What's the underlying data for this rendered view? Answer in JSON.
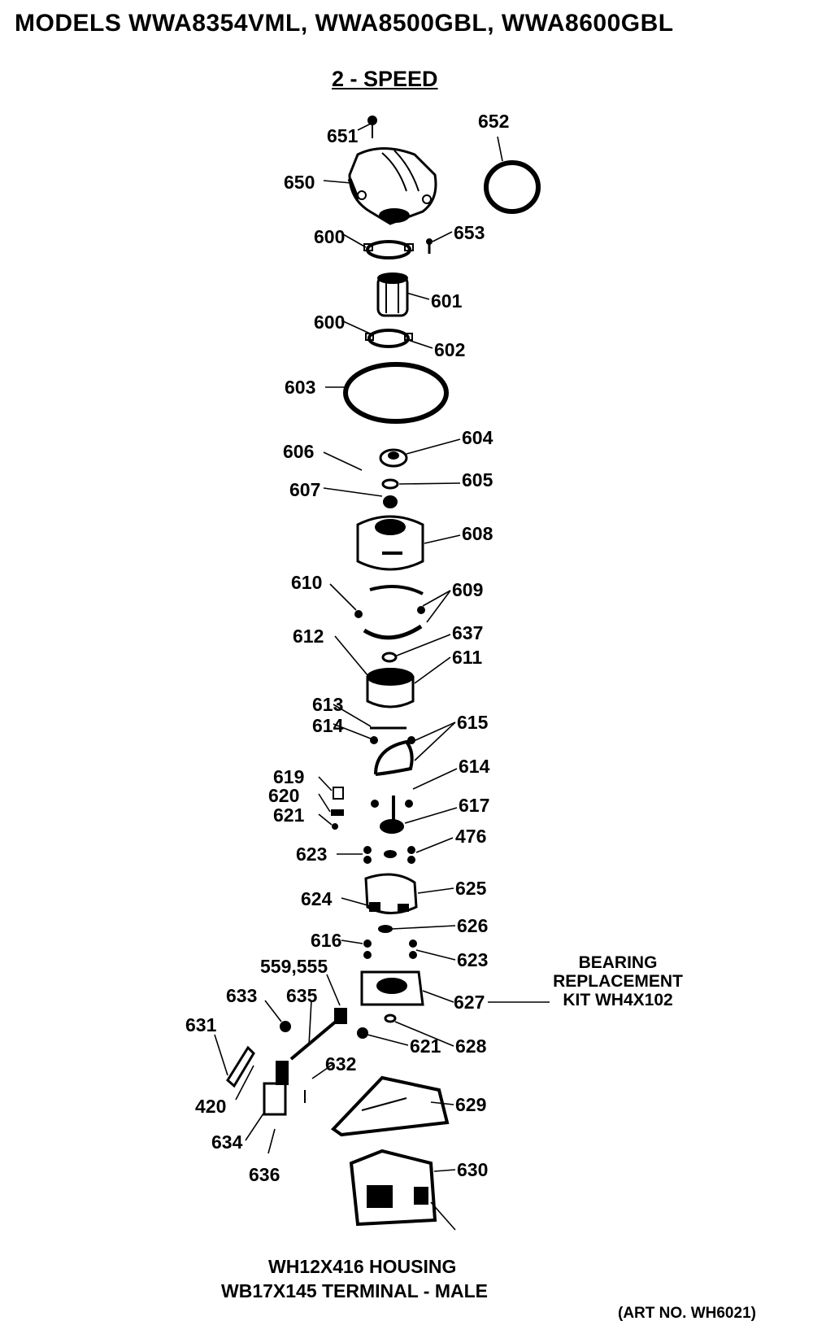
{
  "header": {
    "title": "MODELS WWA8354VML, WWA8500GBL, WWA8600GBL",
    "subtitle": "2 - SPEED"
  },
  "parts": {
    "p651": "651",
    "p652": "652",
    "p650": "650",
    "p600a": "600",
    "p653": "653",
    "p601": "601",
    "p600b": "600",
    "p602": "602",
    "p603": "603",
    "p606": "606",
    "p604": "604",
    "p605": "605",
    "p607": "607",
    "p608": "608",
    "p610": "610",
    "p609": "609",
    "p612": "612",
    "p637": "637",
    "p611": "611",
    "p613": "613",
    "p614a": "614",
    "p615": "615",
    "p619": "619",
    "p614b": "614",
    "p620": "620",
    "p621a": "621",
    "p617": "617",
    "p476": "476",
    "p623a": "623",
    "p624": "624",
    "p625": "625",
    "p626": "626",
    "p616": "616",
    "p623b": "623",
    "p559": "559,555",
    "p633": "633",
    "p635": "635",
    "p631": "631",
    "p627": "627",
    "p621b": "621",
    "p628": "628",
    "p632": "632",
    "p420": "420",
    "p629": "629",
    "p634": "634",
    "p636": "636",
    "p630": "630"
  },
  "notes": {
    "bearing_line1": "BEARING",
    "bearing_line2": "REPLACEMENT",
    "bearing_line3": "KIT WH4X102",
    "housing": "WH12X416 HOUSING",
    "terminal": "WB17X145 TERMINAL - MALE",
    "art_no": "(ART NO. WH6021)"
  }
}
